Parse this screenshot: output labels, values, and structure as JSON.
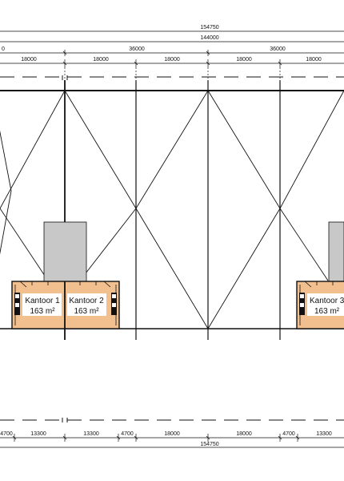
{
  "dimensions": {
    "top_overall": "154750",
    "top_total": "144000",
    "top_left_partial": "0",
    "top_bay_a": "36000",
    "top_bay_b": "36000",
    "top_sub": [
      "18000",
      "18000",
      "18000",
      "18000",
      "18000"
    ],
    "bottom_segments": [
      "4700",
      "13300",
      "13300",
      "4700",
      "18000",
      "18000",
      "4700",
      "13300"
    ],
    "bottom_overall": "154750"
  },
  "rooms": [
    {
      "name": "Kantoor 1",
      "area": "163 m²"
    },
    {
      "name": "Kantoor 2",
      "area": "163 m²"
    },
    {
      "name": "Kantoor 3",
      "area": "163 m²"
    }
  ],
  "colors": {
    "office_fill": "#f2c08e",
    "annex_fill": "#c8c8c8",
    "line": "#111111"
  }
}
